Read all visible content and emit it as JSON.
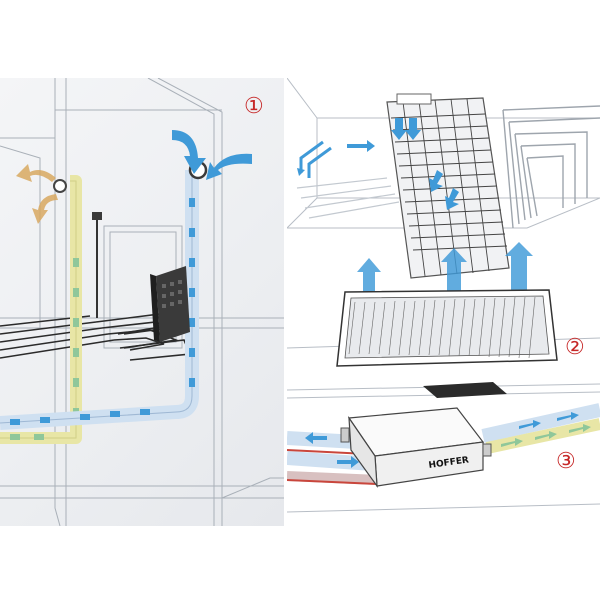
{
  "markers": [
    "①",
    "②",
    "③"
  ],
  "device_brand": "HOFFER",
  "colors": {
    "marker_red": "#c62828",
    "fresh_air_blue": "#3f9ad8",
    "exhaust_orange": "#d8a860",
    "supply_green": "#8fc79a",
    "duct_yellow": "#e8e6a6",
    "duct_blue_wrap": "#cfe0f1",
    "pipe_red": "#c9463c",
    "outline_gray": "#9aa3ad"
  },
  "icons": [
    "arrow-up-icon",
    "arrow-down-icon",
    "arrow-left-icon",
    "arrow-right-icon",
    "air-vent-icon",
    "control-panel-icon",
    "heat-exchanger-unit-icon"
  ]
}
